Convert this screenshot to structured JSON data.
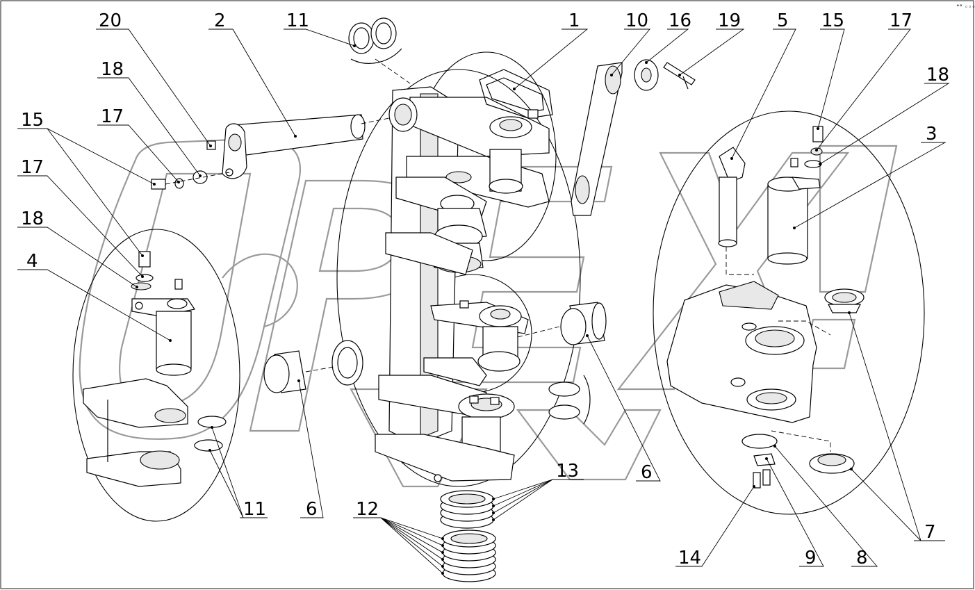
{
  "diagram": {
    "callouts": [
      "1",
      "2",
      "3",
      "4",
      "5",
      "6",
      "6",
      "7",
      "8",
      "9",
      "10",
      "11",
      "11",
      "12",
      "13",
      "14",
      "15",
      "15",
      "16",
      "17",
      "17",
      "17",
      "18",
      "18",
      "18",
      "19",
      "20"
    ],
    "corner_mark": "°° ◦◦◦",
    "labels": {
      "l20": "20",
      "l2": "2",
      "l11_top": "11",
      "l1": "1",
      "l10": "10",
      "l16": "16",
      "l19": "19",
      "l5": "5",
      "l15_right": "15",
      "l17_right": "17",
      "l18_top_left": "18",
      "l18_right": "18",
      "l17_left_upper": "17",
      "l15_left": "15",
      "l3": "3",
      "l17_left": "17",
      "l18_left": "18",
      "l4": "4",
      "l11_bottom": "11",
      "l6_left": "6",
      "l13": "13",
      "l12": "12",
      "l6_right": "6",
      "l7": "7",
      "l14": "14",
      "l9": "9",
      "l8": "8"
    }
  }
}
